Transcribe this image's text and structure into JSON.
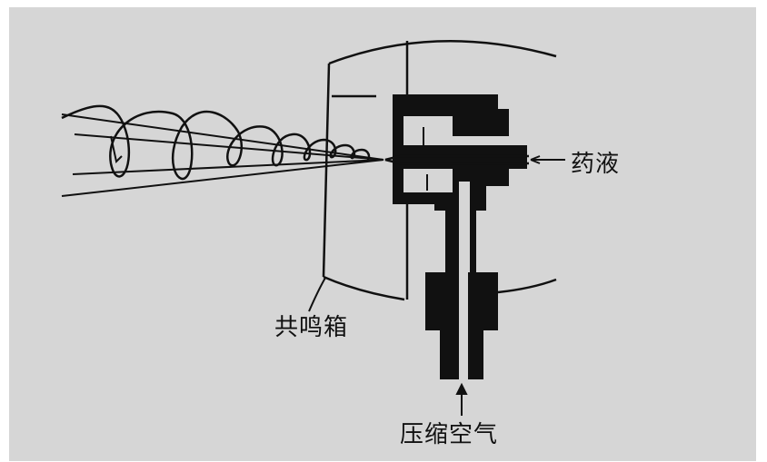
{
  "labels": {
    "liquid": "药液",
    "resonator": "共鸣箱",
    "air": "压缩空气"
  },
  "colors": {
    "background": "#d6d6d6",
    "ink": "#111111"
  }
}
